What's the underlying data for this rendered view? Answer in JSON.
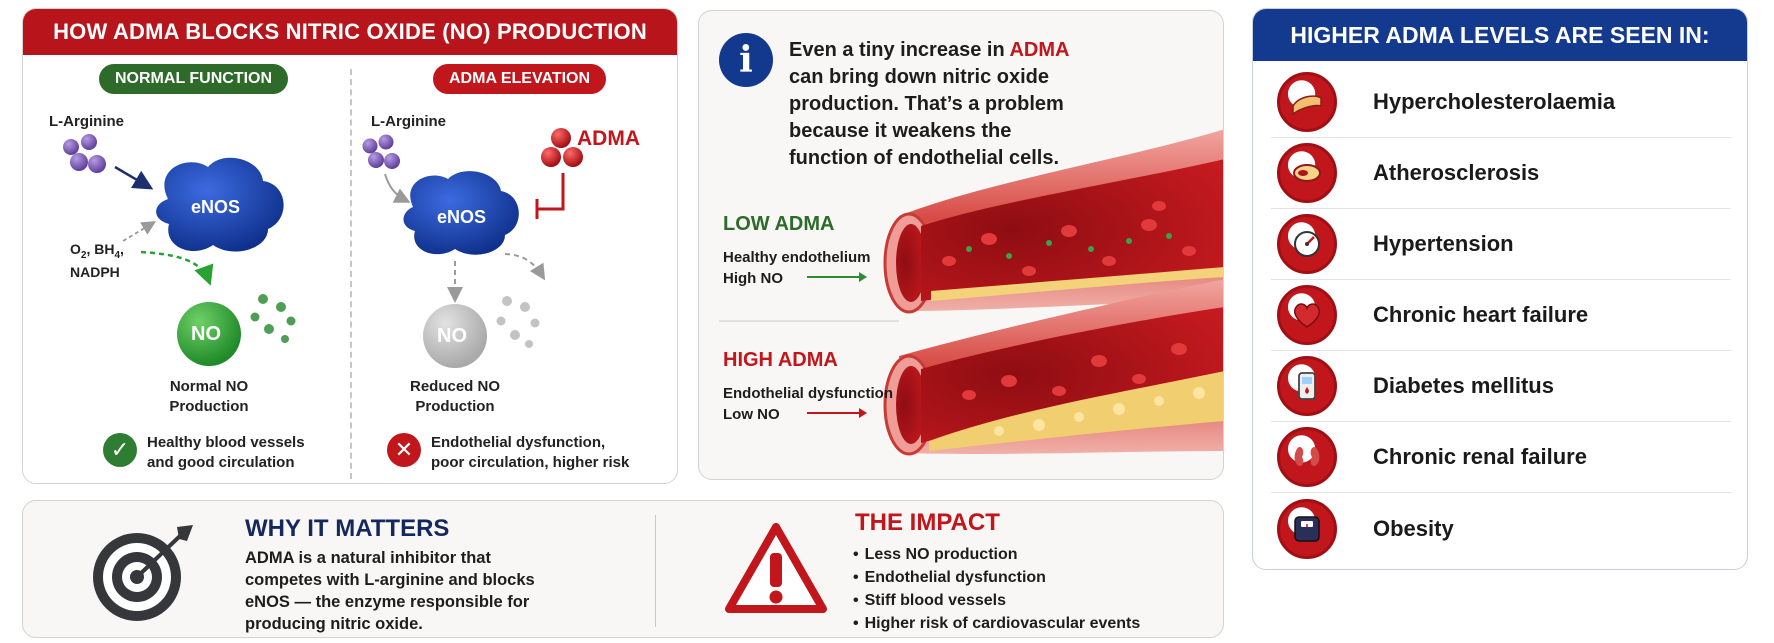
{
  "mechanism": {
    "title": "HOW ADMA BLOCKS NITRIC OXIDE (NO) PRODUCTION",
    "normal": {
      "badge": "NORMAL FUNCTION",
      "substrate": "L-Arginine",
      "enzyme": "eNOS",
      "cofactors_line1": "O",
      "cofactors_sub1": "2",
      "cofactors_mid": ", BH",
      "cofactors_sub2": "4",
      "cofactors_end": ",",
      "cofactors_line2": "NADPH",
      "product": "NO",
      "result_line1": "Normal NO",
      "result_line2": "Production",
      "outcome_line1": "Healthy blood vessels",
      "outcome_line2": "and good circulation"
    },
    "elevated": {
      "badge": "ADMA ELEVATION",
      "substrate": "L-Arginine",
      "inhibitor": "ADMA",
      "enzyme": "eNOS",
      "product": "NO",
      "result_line1": "Reduced NO",
      "result_line2": "Production",
      "outcome_line1": "Endothelial dysfunction,",
      "outcome_line2": "poor circulation, higher risk"
    },
    "colors": {
      "header": "#b7151b",
      "green": "#2e6b2a",
      "enzyme": "#1742a6",
      "arginine": "#7b5ab3",
      "no_green": "#27a233",
      "no_gray": "#bdbdbd"
    }
  },
  "info": {
    "text_pre": "Even a tiny increase in ",
    "text_adma": "ADMA",
    "text_post": " can bring down nitric oxide production. That’s a problem because it weakens the function of endothelial cells.",
    "low": {
      "title": "LOW ADMA",
      "line1": "Healthy endothelium",
      "line2": "High NO"
    },
    "high": {
      "title": "HIGH ADMA",
      "line1": "Endothelial dysfunction",
      "line2": "Low NO"
    }
  },
  "conditions": {
    "title": "HIGHER ADMA LEVELS ARE SEEN IN:",
    "items": [
      {
        "label": "Hypercholesterolaemia",
        "icon": "artery-plaque-icon"
      },
      {
        "label": "Atherosclerosis",
        "icon": "blocked-artery-icon"
      },
      {
        "label": "Hypertension",
        "icon": "blood-pressure-gauge-icon"
      },
      {
        "label": "Chronic heart failure",
        "icon": "heart-icon"
      },
      {
        "label": "Diabetes mellitus",
        "icon": "glucose-meter-icon"
      },
      {
        "label": "Chronic renal failure",
        "icon": "kidney-icon"
      },
      {
        "label": "Obesity",
        "icon": "weight-scale-icon"
      }
    ]
  },
  "why": {
    "title": "WHY IT MATTERS",
    "line1": "ADMA is a natural inhibitor that",
    "line2": "competes with L-arginine and blocks",
    "line3": "eNOS — the enzyme responsible for",
    "line4": "producing nitric oxide."
  },
  "impact": {
    "title": "THE IMPACT",
    "items": [
      "Less NO production",
      "Endothelial dysfunction",
      "Stiff blood vessels",
      "Higher risk of cardiovascular events"
    ]
  }
}
